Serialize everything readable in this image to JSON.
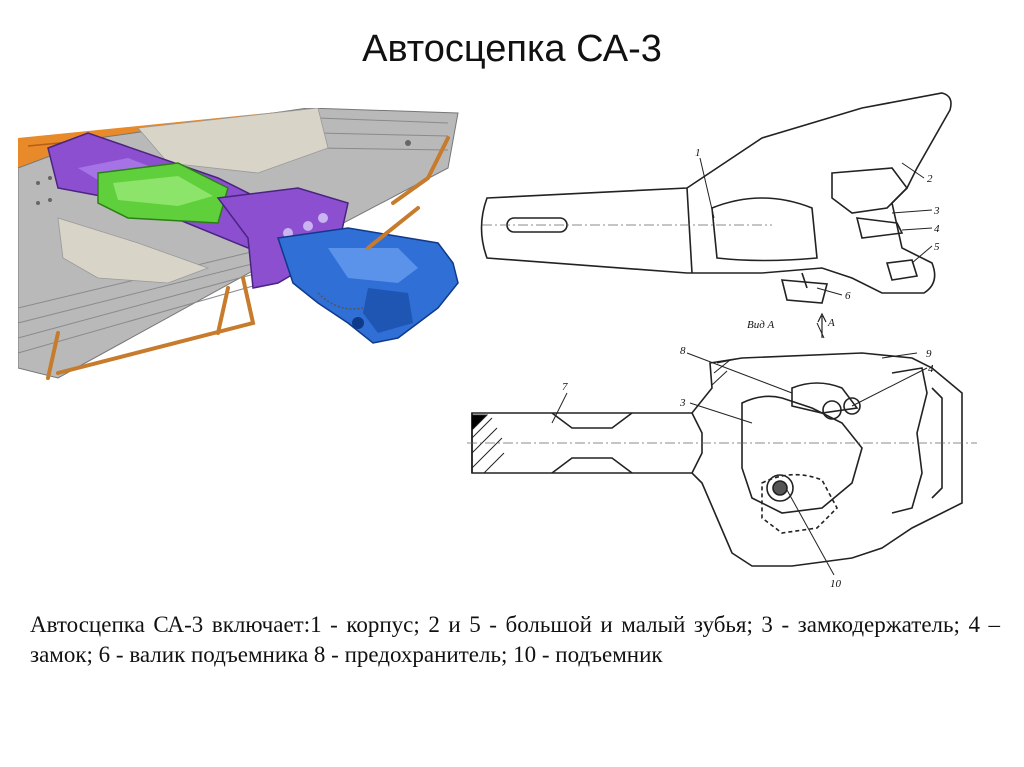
{
  "title": "Автосцепка СА-3",
  "caption": "Автосцепка СА-3 включает:1 - корпус; 2 и 5 - большой и малый зубья; 3 - замкодержатель; 4 – замок; 6 - валик подъемника 8 - предохранитель; 10 - подъемник",
  "drawing_labels": {
    "n1": "1",
    "n2": "2",
    "n3a": "3",
    "n4a": "4",
    "n5": "5",
    "n6": "6",
    "view": "Вид А",
    "arrow": "А",
    "n8": "8",
    "n9": "9",
    "n4b": "4",
    "n3b": "3",
    "n7": "7",
    "n10": "10"
  },
  "colors": {
    "wagon_orange": "#e8892a",
    "frame_gray": "#b9b9b9",
    "coupler_blue": "#2f6fd6",
    "draft_purple": "#8b4fd0",
    "gear_green": "#5fcf3c",
    "lever_brown": "#c77b2c"
  }
}
